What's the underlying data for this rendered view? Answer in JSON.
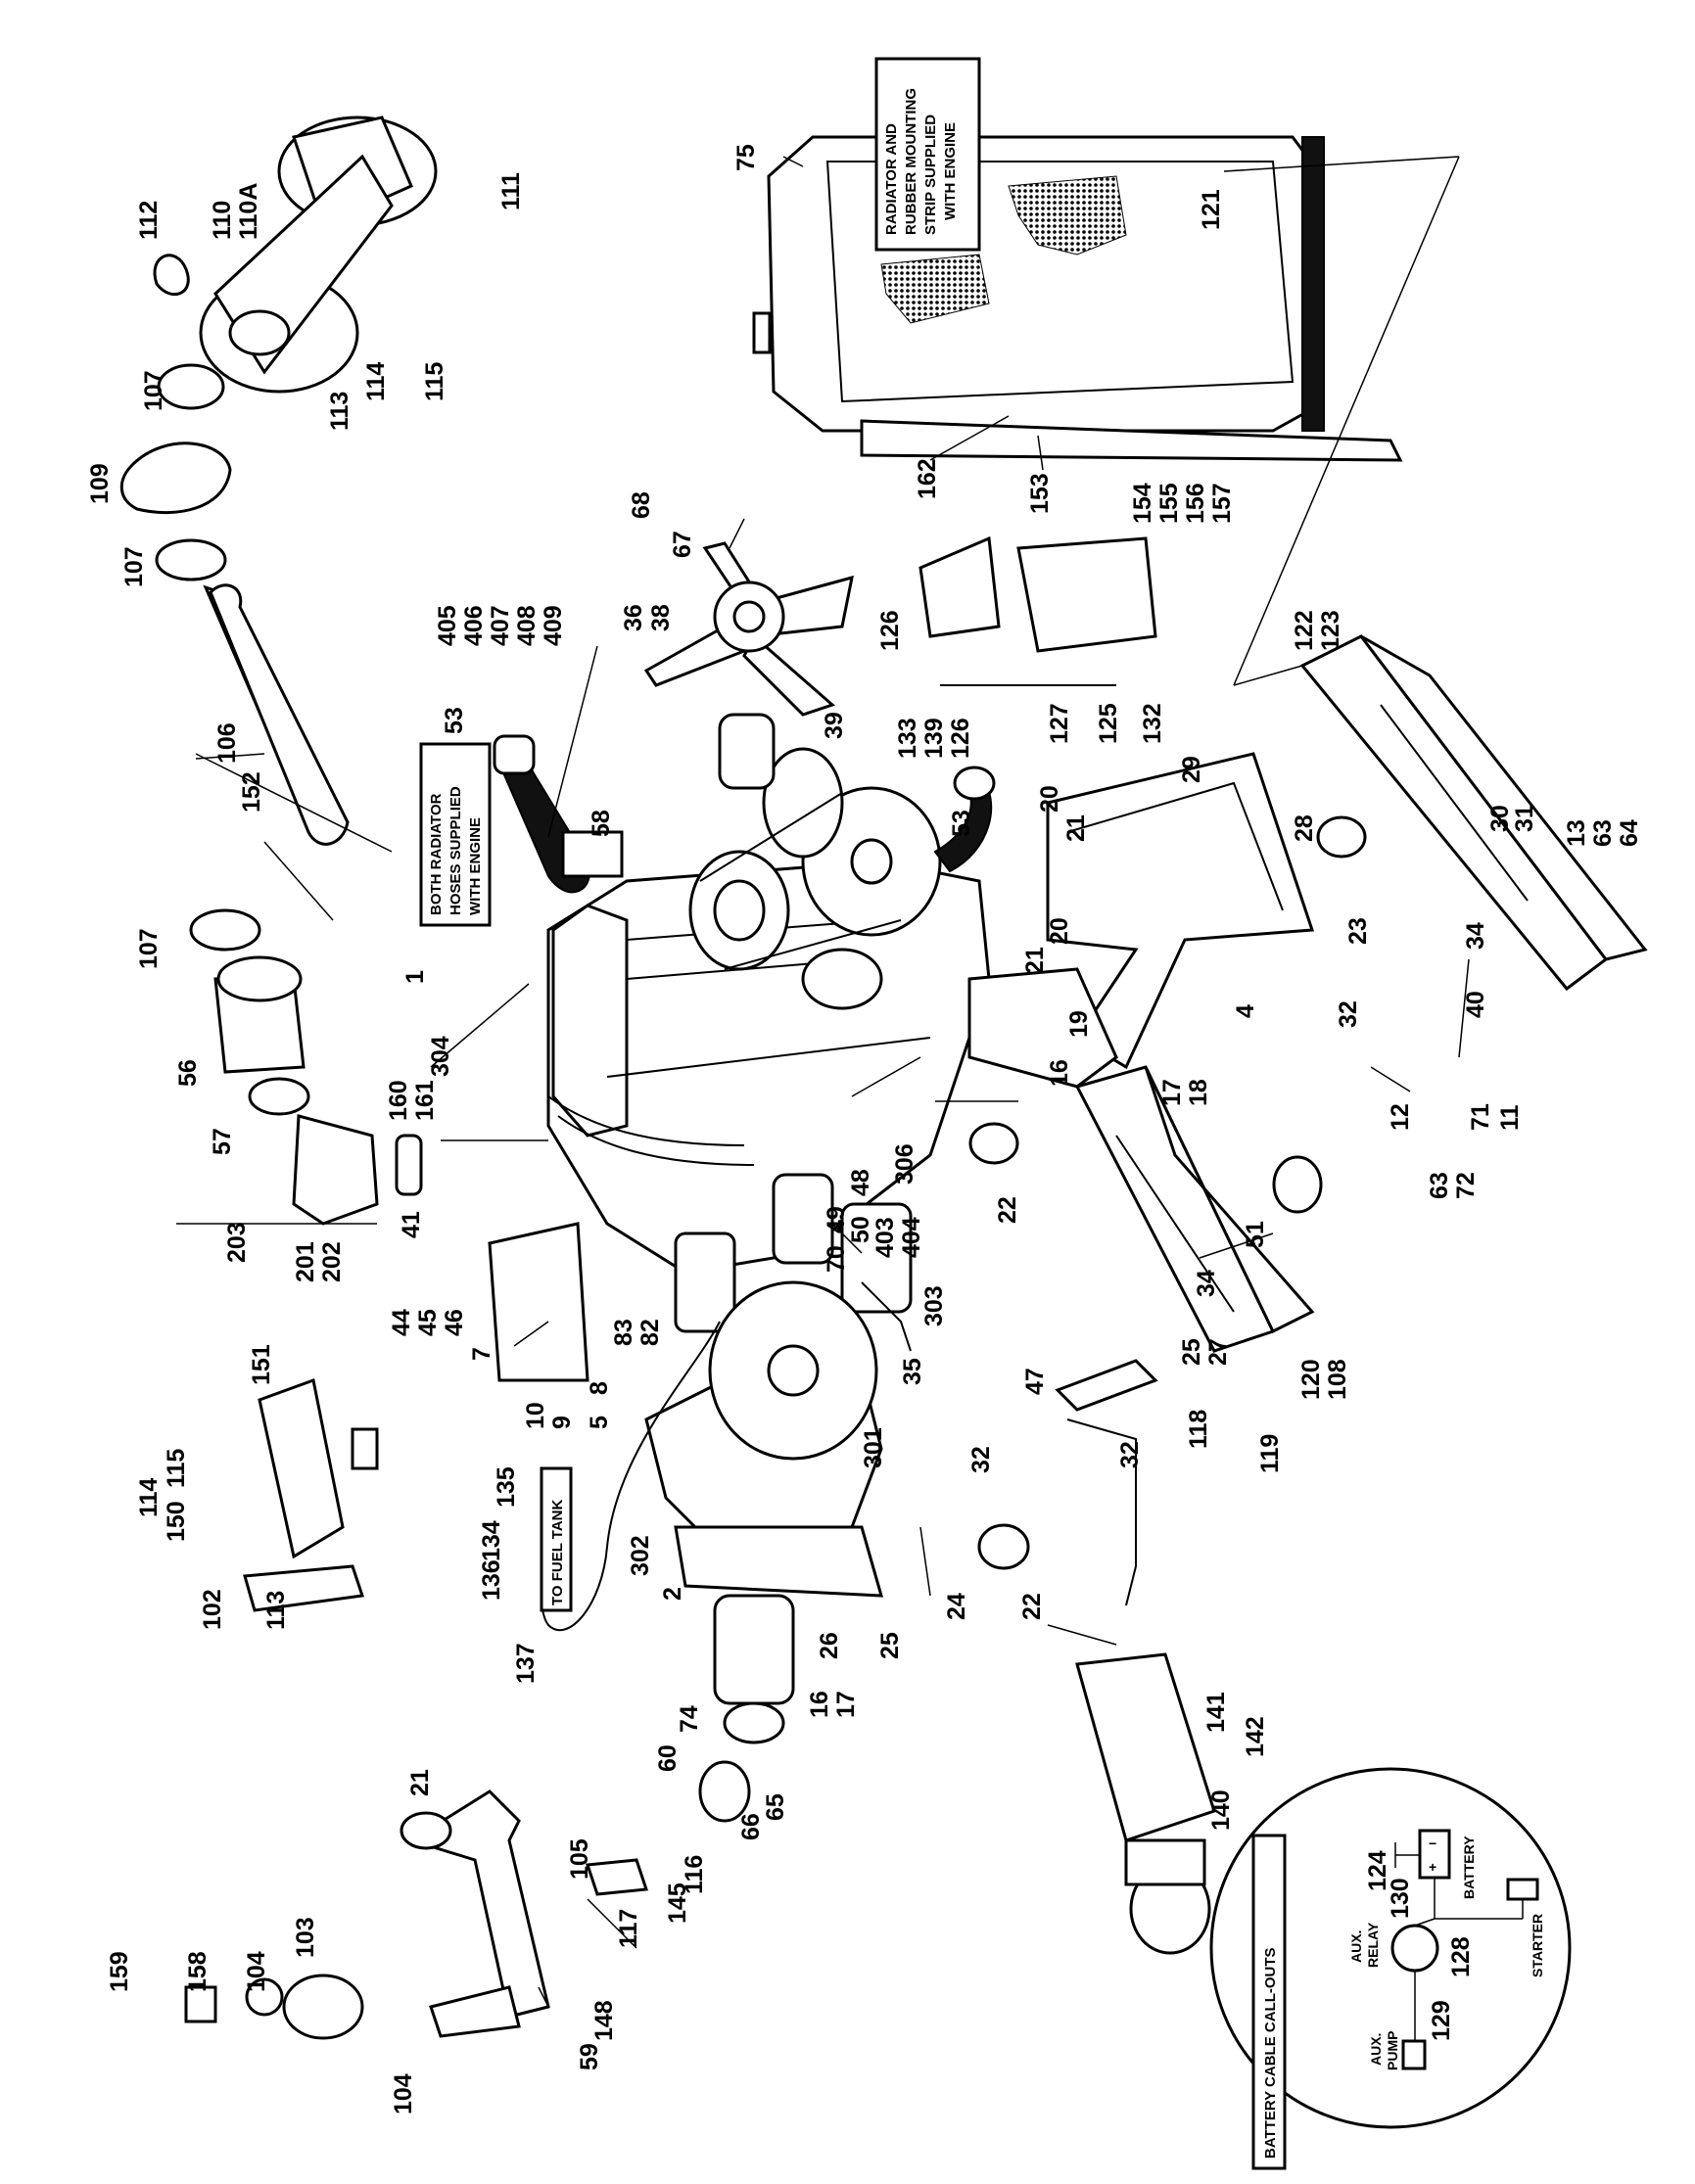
{
  "notes": {
    "radiator": [
      "RADIATOR AND",
      "RUBBER MOUNTING",
      "STRIP SUPPLIED",
      "WITH ENGINE"
    ],
    "hoses": [
      "BOTH RADIATOR",
      "HOSES SUPPLIED",
      "WITH ENGINE"
    ],
    "fuel_tank": "TO FUEL TANK",
    "battery_callouts": "BATTERY CABLE CALL-OUTS"
  },
  "battery_diagram": {
    "battery": "BATTERY",
    "starter": "STARTER",
    "aux_relay": [
      "AUX.",
      "RELAY"
    ],
    "aux_pump": [
      "AUX.",
      "PUMP"
    ],
    "minus": "−",
    "plus": "+",
    "labels": [
      "124",
      "130",
      "128",
      "129"
    ]
  },
  "callouts": {
    "c75": "75",
    "c121": "121",
    "c162": "162",
    "c153": "153",
    "c154": "154",
    "c155": "155",
    "c156": "156",
    "c157": "157",
    "c112": "112",
    "c110": "110",
    "c110A": "110A",
    "c111": "111",
    "c107a": "107",
    "c113a": "113",
    "c114a": "114",
    "c115a": "115",
    "c109": "109",
    "c107b": "107",
    "c106": "106",
    "c152": "152",
    "c107c": "107",
    "c56": "56",
    "c57": "57",
    "c203": "203",
    "c201": "201",
    "c202": "202",
    "c41": "41",
    "c405": "405",
    "c406": "406",
    "c407": "407",
    "c408": "408",
    "c409": "409",
    "c53a": "53",
    "c58": "58",
    "c68": "68",
    "c67": "67",
    "c36": "36",
    "c38": "38",
    "c39": "39",
    "c53b": "53",
    "c126a": "126",
    "c133": "133",
    "c139": "139",
    "c126b": "126",
    "c127": "127",
    "c125": "125",
    "c132": "132",
    "c122": "122",
    "c123": "123",
    "c1": "1",
    "c304": "304",
    "c160": "160",
    "c161": "161",
    "c29": "29",
    "c20a": "20",
    "c21a": "21",
    "c28": "28",
    "c30": "30",
    "c31": "31",
    "c13": "13",
    "c63a": "63",
    "c64": "64",
    "c20b": "20",
    "c21b": "21",
    "c19": "19",
    "c4": "4",
    "c23": "23",
    "c32a": "32",
    "c34a": "34",
    "c40": "40",
    "c16a": "16",
    "c17a": "17",
    "c18": "18",
    "c306": "306",
    "c22a": "22",
    "c48": "48",
    "c50": "50",
    "c49": "49",
    "c403": "403",
    "c404": "404",
    "c70": "70",
    "c12": "12",
    "c71": "71",
    "c11": "11",
    "c63b": "63",
    "c72": "72",
    "c51": "51",
    "c44": "44",
    "c45": "45",
    "c46": "46",
    "c7": "7",
    "c83": "83",
    "c82": "82",
    "c303": "303",
    "c35": "35",
    "c34b": "34",
    "c25a": "25",
    "c27": "27",
    "c151": "151",
    "c10": "10",
    "c9": "9",
    "c8": "8",
    "c5": "5",
    "c120": "120",
    "c108": "108",
    "c47": "47",
    "c118": "118",
    "c119": "119",
    "c301": "301",
    "c32b": "32",
    "c32c": "32",
    "c115b": "115",
    "c114b": "114",
    "c150": "150",
    "c135": "135",
    "c134": "134",
    "c136": "136",
    "c302": "302",
    "c102": "102",
    "c113b": "113",
    "c24": "24",
    "c22b": "22",
    "c2": "2",
    "c26": "26",
    "c25b": "25",
    "c137": "137",
    "c16b": "16",
    "c17b": "17",
    "c74": "74",
    "c60": "60",
    "c65": "65",
    "c66": "66",
    "c141": "141",
    "c142": "142",
    "c140": "140",
    "c21c": "21",
    "c105": "105",
    "c116": "116",
    "c145": "145",
    "c117": "117",
    "c159": "159",
    "c158": "158",
    "c104a": "104",
    "c103": "103",
    "c148": "148",
    "c59": "59",
    "c104b": "104"
  }
}
